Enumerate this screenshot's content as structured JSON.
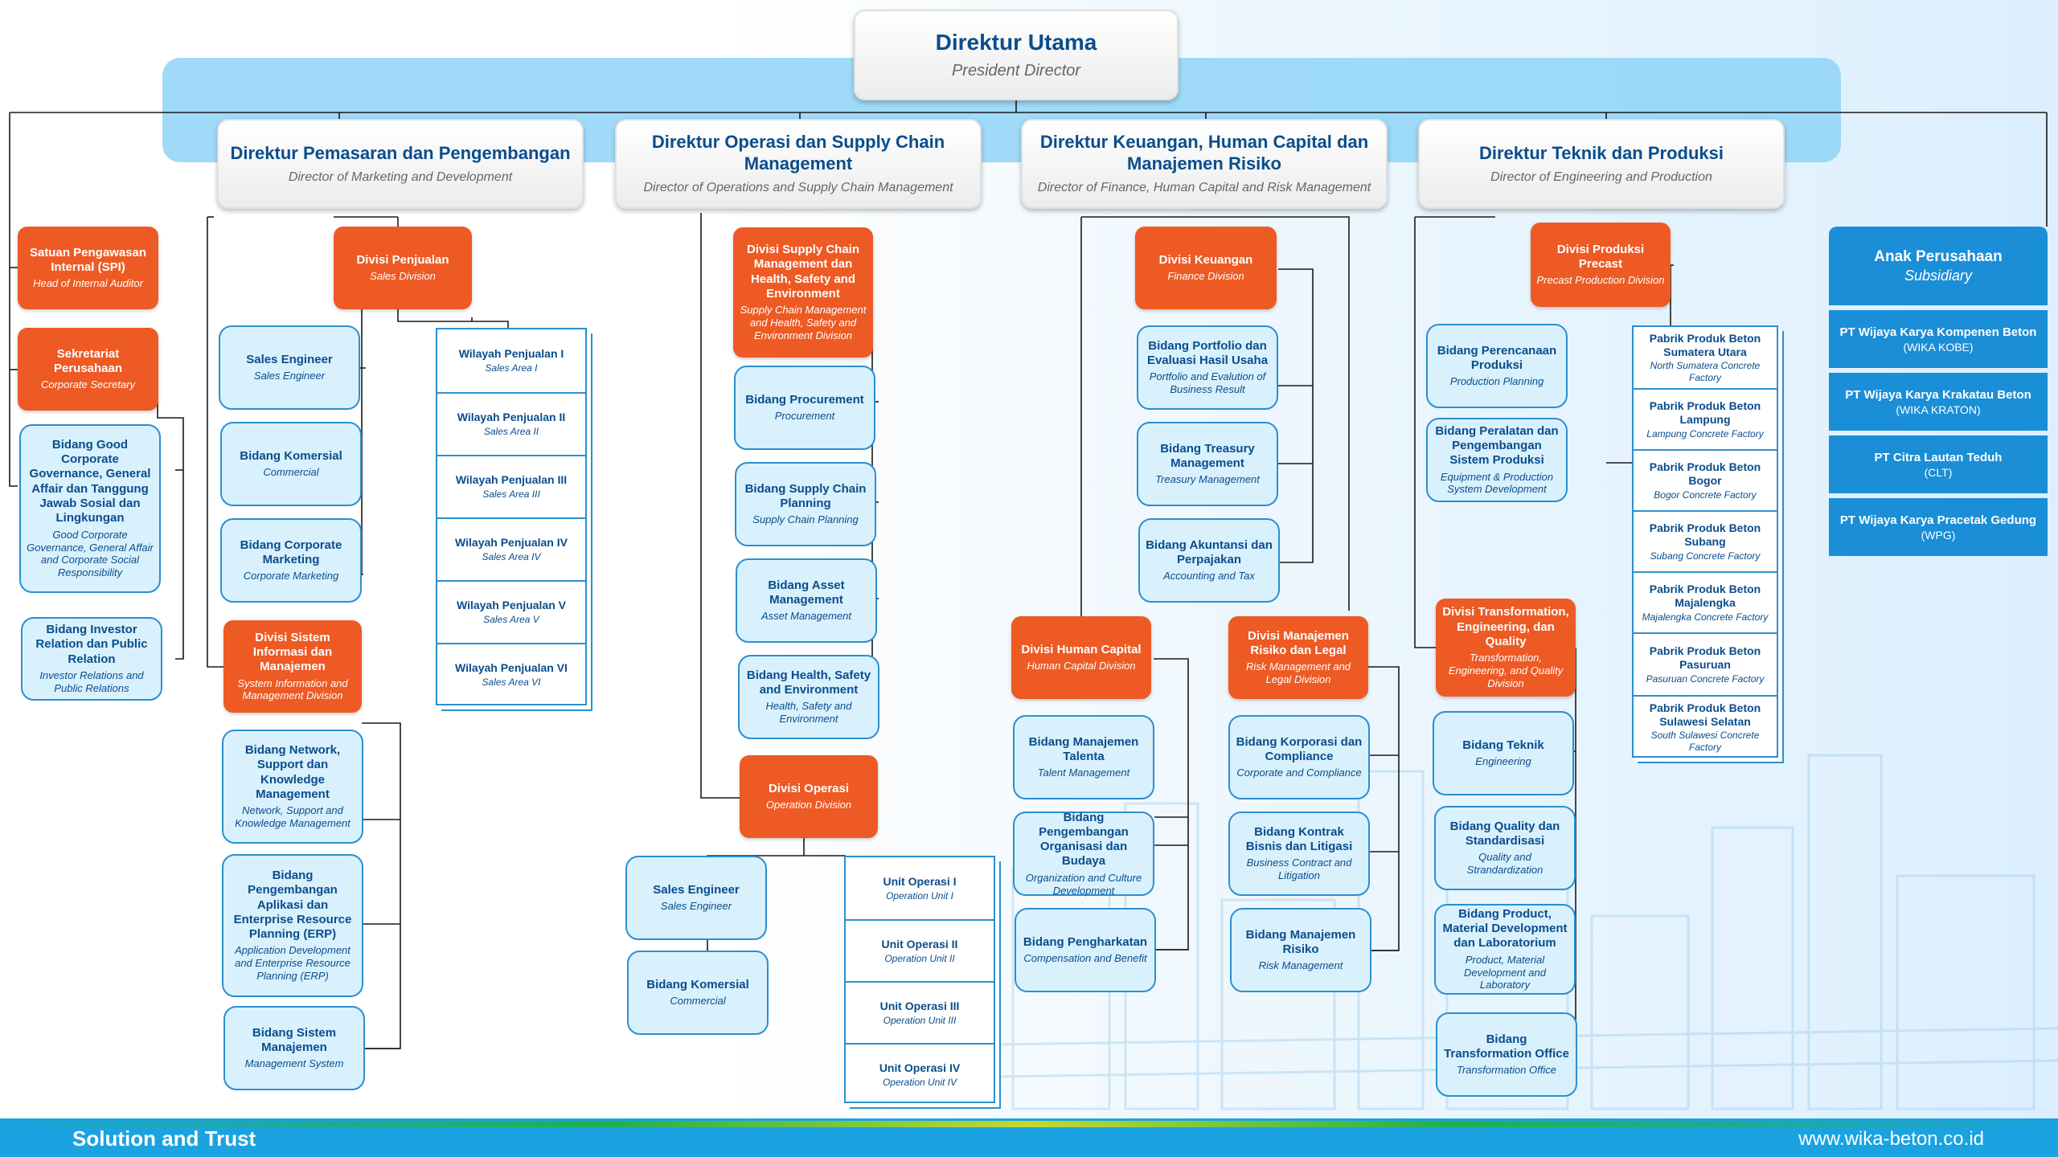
{
  "president": {
    "title": "Direktur Utama",
    "subtitle": "President Director"
  },
  "directors": [
    {
      "title": "Direktur Pemasaran dan Pengembangan",
      "subtitle": "Director of Marketing and  Development"
    },
    {
      "title": "Direktur Operasi dan Supply Chain Management",
      "subtitle": "Director of Operations and Supply Chain Management"
    },
    {
      "title": "Direktur Keuangan, Human Capital dan Manajemen Risiko",
      "subtitle": "Director of Finance, Human Capital and Risk Management"
    },
    {
      "title": "Direktur Teknik dan Produksi",
      "subtitle": "Director of Engineering and Production"
    }
  ],
  "direct_units": [
    {
      "title": "Satuan Pengawasan Internal (SPI)",
      "subtitle": "Head of Internal Auditor"
    },
    {
      "title": "Sekretariat Perusahaan",
      "subtitle": "Corporate Secretary"
    },
    {
      "title": "Bidang Good Corporate Governance, General Affair dan Tanggung Jawab Sosial dan Lingkungan",
      "subtitle": "Good Corporate Governance, General Affair and Corporate Social Responsibility"
    },
    {
      "title": "Bidang Investor Relation dan Public Relation",
      "subtitle": "Investor Relations and Public Relations"
    }
  ],
  "marketing": {
    "sales_division": {
      "title": "Divisi Penjualan",
      "subtitle": "Sales Division"
    },
    "sales_fields": [
      {
        "title": "Sales Engineer",
        "subtitle": "Sales Engineer"
      },
      {
        "title": "Bidang  Komersial",
        "subtitle": "Commercial"
      },
      {
        "title": "Bidang  Corporate Marketing",
        "subtitle": "Corporate Marketing"
      }
    ],
    "sales_areas": [
      {
        "title": "Wilayah Penjualan I",
        "subtitle": "Sales Area I"
      },
      {
        "title": "Wilayah Penjualan II",
        "subtitle": "Sales Area II"
      },
      {
        "title": "Wilayah Penjualan III",
        "subtitle": "Sales Area III"
      },
      {
        "title": "Wilayah Penjualan IV",
        "subtitle": "Sales Area IV"
      },
      {
        "title": "Wilayah Penjualan V",
        "subtitle": "Sales Area V"
      },
      {
        "title": "Wilayah Penjualan VI",
        "subtitle": "Sales Area VI"
      }
    ],
    "sim_division": {
      "title": "Divisi Sistem Informasi dan Manajemen",
      "subtitle": "System Information and Management Division"
    },
    "sim_fields": [
      {
        "title": "Bidang Network, Support dan Knowledge Management",
        "subtitle": "Network, Support and Knowledge Management"
      },
      {
        "title": "Bidang Pengembangan Aplikasi dan Enterprise Resource Planning (ERP)",
        "subtitle": "Application Development and Enterprise Resource Planning (ERP)"
      },
      {
        "title": "Bidang  Sistem Manajemen",
        "subtitle": "Management System"
      }
    ]
  },
  "operations": {
    "scm_division": {
      "title": "Divisi Supply Chain Management dan Health, Safety and Environment",
      "subtitle": "Supply Chain Management and Health, Safety and Environment Division"
    },
    "scm_fields": [
      {
        "title": "Bidang Procurement",
        "subtitle": "Procurement"
      },
      {
        "title": "Bidang  Supply Chain Planning",
        "subtitle": "Supply Chain Planning"
      },
      {
        "title": "Bidang  Asset Management",
        "subtitle": "Asset Management"
      },
      {
        "title": "Bidang  Health, Safety and Environment",
        "subtitle": "Health, Safety and Environment"
      }
    ],
    "ops_division": {
      "title": "Divisi Operasi",
      "subtitle": "Operation Division"
    },
    "ops_fields": [
      {
        "title": "Sales Engineer",
        "subtitle": "Sales Engineer"
      },
      {
        "title": "Bidang  Komersial",
        "subtitle": "Commercial"
      }
    ],
    "ops_units": [
      {
        "title": "Unit Operasi I",
        "subtitle": "Operation Unit I"
      },
      {
        "title": "Unit Operasi II",
        "subtitle": "Operation Unit II"
      },
      {
        "title": "Unit Operasi III",
        "subtitle": "Operation Unit III"
      },
      {
        "title": "Unit Operasi IV",
        "subtitle": "Operation Unit IV"
      }
    ]
  },
  "finance": {
    "fin_division": {
      "title": "Divisi Keuangan",
      "subtitle": "Finance Division"
    },
    "fin_fields": [
      {
        "title": "Bidang Portfolio dan Evaluasi Hasil Usaha",
        "subtitle": "Portfolio and Evalution of Business Result"
      },
      {
        "title": "Bidang  Treasury Management",
        "subtitle": "Treasury Management"
      },
      {
        "title": "Bidang  Akuntansi dan Perpajakan",
        "subtitle": "Accounting and Tax"
      }
    ],
    "hc_division": {
      "title": "Divisi Human Capital",
      "subtitle": "Human Capital Division"
    },
    "hc_fields": [
      {
        "title": "Bidang Manajemen Talenta",
        "subtitle": "Talent Management"
      },
      {
        "title": "Bidang Pengembangan Organisasi dan Budaya",
        "subtitle": "Organization and Culture Development"
      },
      {
        "title": "Bidang  Pengharkatan",
        "subtitle": "Compensation and Benefit"
      }
    ],
    "risk_division": {
      "title": "Divisi Manajemen Risiko dan Legal",
      "subtitle": "Risk Management and Legal Division"
    },
    "risk_fields": [
      {
        "title": "Bidang Korporasi dan Compliance",
        "subtitle": "Corporate and Compliance"
      },
      {
        "title": "Bidang  Kontrak Bisnis dan Litigasi",
        "subtitle": "Business Contract and Litigation"
      },
      {
        "title": "Bidang  Manajemen Risiko",
        "subtitle": "Risk Management"
      }
    ]
  },
  "engineering": {
    "precast_division": {
      "title": "Divisi Produksi Precast",
      "subtitle": "Precast Production Division"
    },
    "precast_fields": [
      {
        "title": "Bidang Perencanaan Produksi",
        "subtitle": "Production Planning"
      },
      {
        "title": "Bidang  Peralatan dan Pengembangan Sistem Produksi",
        "subtitle": "Equipment & Production System Development"
      }
    ],
    "factories": [
      {
        "title": "Pabrik Produk Beton Sumatera Utara",
        "subtitle": "North Sumatera Concrete Factory"
      },
      {
        "title": "Pabrik Produk Beton Lampung",
        "subtitle": "Lampung Concrete Factory"
      },
      {
        "title": "Pabrik Produk Beton Bogor",
        "subtitle": "Bogor Concrete Factory"
      },
      {
        "title": "Pabrik Produk Beton Subang",
        "subtitle": "Subang Concrete Factory"
      },
      {
        "title": "Pabrik Produk Beton Majalengka",
        "subtitle": "Majalengka Concrete Factory"
      },
      {
        "title": "Pabrik Produk Beton Pasuruan",
        "subtitle": "Pasuruan Concrete Factory"
      },
      {
        "title": "Pabrik Produk Beton Sulawesi Selatan",
        "subtitle": "South Sulawesi Concrete Factory"
      }
    ],
    "teq_division": {
      "title": "Divisi Transformation, Engineering, dan Quality",
      "subtitle": "Transformation, Engineering, and Quality Division"
    },
    "teq_fields": [
      {
        "title": "Bidang Teknik",
        "subtitle": "Engineering"
      },
      {
        "title": "Bidang  Quality dan Standardisasi",
        "subtitle": "Quality and Strandardization"
      },
      {
        "title": "Bidang  Product, Material Development dan Laboratorium",
        "subtitle": "Product, Material Development and Laboratory"
      },
      {
        "title": "Bidang Transformation Office",
        "subtitle": "Transformation Office"
      }
    ]
  },
  "subsidiaries": {
    "header": {
      "title": "Anak Perusahaan",
      "subtitle": "Subsidiary"
    },
    "items": [
      {
        "title": "PT Wijaya Karya Kompenen Beton",
        "subtitle": "(WIKA KOBE)"
      },
      {
        "title": "PT Wijaya Karya Krakatau Beton",
        "subtitle": "(WIKA KRATON)"
      },
      {
        "title": "PT Citra Lautan Teduh",
        "subtitle": "(CLT)"
      },
      {
        "title": "PT Wijaya Karya Pracetak Gedung",
        "subtitle": "(WPG)"
      }
    ]
  },
  "footer": {
    "tagline": "Solution and Trust",
    "website": "www.wika-beton.co.id"
  },
  "colors": {
    "accent_blue": "#1a8ed6",
    "division_orange": "#ee5a24",
    "title_navy": "#0a4d8c",
    "band_blue": "#8fd3f7"
  }
}
